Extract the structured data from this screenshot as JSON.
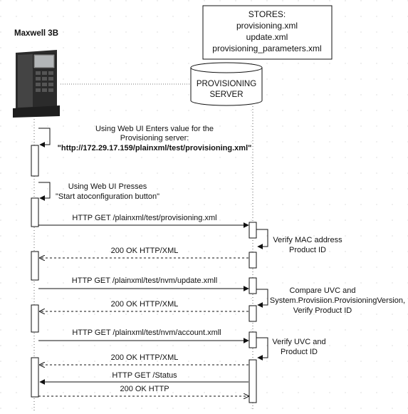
{
  "device": {
    "title": "Maxwell 3B"
  },
  "stores": {
    "heading": "STORES:",
    "files": [
      "provisioning.xml",
      "update.xml",
      "provisioning_parameters.xml"
    ]
  },
  "server": {
    "line1": "PROVISIONING",
    "line2": "SERVER"
  },
  "notes": {
    "enter_line1": "Using Web UI Enters value for the",
    "enter_line2": "Provisioning server:",
    "enter_url": "\"http://172.29.17.159/plainxml/test/provisioning.xml\"",
    "press_line1": "Using Web UI Presses",
    "press_line2": "\"Start atoconfiguration button\""
  },
  "messages": [
    {
      "label": "HTTP GET /plainxml/test/provisioning.xml",
      "direction": "to-server"
    },
    {
      "label": "200 OK HTTP/XML",
      "direction": "to-phone"
    },
    {
      "label": "HTTP GET /plainxml/test/nvm/update.xmll",
      "direction": "to-server"
    },
    {
      "label": "200 OK HTTP/XML",
      "direction": "to-phone"
    },
    {
      "label": "HTTP GET /plainxml/test/nvm/account.xmll",
      "direction": "to-server"
    },
    {
      "label": "200 OK HTTP/XML",
      "direction": "to-phone"
    },
    {
      "label": "HTTP GET /Status",
      "direction": "to-phone"
    },
    {
      "label": "200 OK HTTP",
      "direction": "to-server"
    }
  ],
  "server_notes": [
    {
      "lines": [
        "Verify MAC address",
        "Product ID"
      ]
    },
    {
      "lines": [
        "Compare UVC and",
        "System.Provisiion.ProvisioningVersion,",
        "Verify Product ID"
      ]
    },
    {
      "lines": [
        "Verify UVC and",
        "Product ID"
      ]
    }
  ]
}
